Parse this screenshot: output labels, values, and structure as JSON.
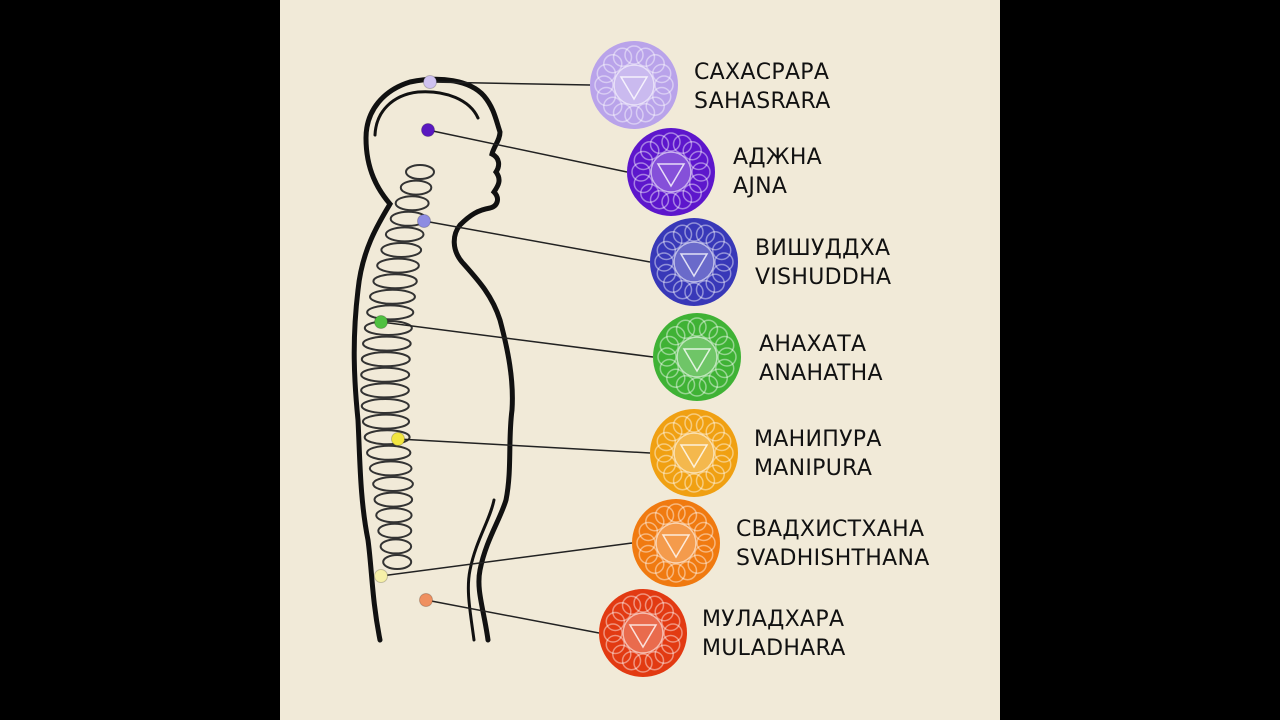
{
  "chakras": [
    {
      "ru": "САХАСРАРА",
      "en": "SAHASRARA",
      "color": "#b9a3ea",
      "dot": "#cfc2f0"
    },
    {
      "ru": "АДЖНА",
      "en": "AJNA",
      "color": "#5d16cc",
      "dot": "#5a18c0"
    },
    {
      "ru": "ВИШУДДХА",
      "en": "VISHUDDHA",
      "color": "#3838b8",
      "dot": "#8d8ce2"
    },
    {
      "ru": "АНАХАТА",
      "en": "ANAHATHA",
      "color": "#3fb235",
      "dot": "#4fc040"
    },
    {
      "ru": "МАНИПУРА",
      "en": "MANIPURA",
      "color": "#f0a012",
      "dot": "#f2e640"
    },
    {
      "ru": "СВАДХИСТХАНА",
      "en": "SVADHISHTHANA",
      "color": "#f07a10",
      "dot": "#f6f0a8"
    },
    {
      "ru": "МУЛАДХАРА",
      "en": "MULADHARA",
      "color": "#e23a12",
      "dot": "#ef9060"
    }
  ]
}
